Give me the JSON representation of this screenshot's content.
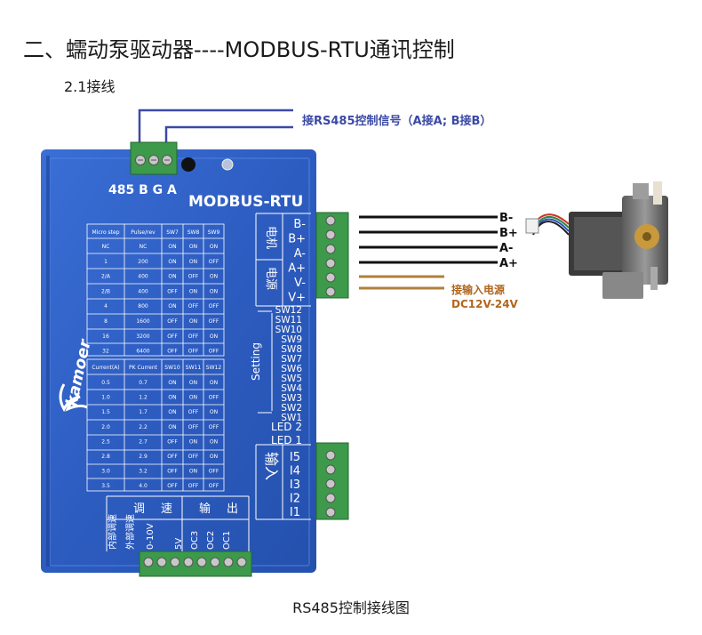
{
  "page": {
    "heading": "二、蠕动泵驱动器----MODBUS-RTU通讯控制",
    "subheading": "2.1接线",
    "caption": "RS485控制接线图"
  },
  "annotations": {
    "rs485_note": "接RS485控制信号（A接A; B接B）",
    "power_note_line1": "接输入电源",
    "power_note_line2": "DC12V-24V",
    "wire_labels": [
      "B-",
      "B+",
      "A-",
      "A+"
    ]
  },
  "driver": {
    "brand": "kamoer",
    "top_port_label": "485 B G A",
    "model_label": "MODBUS-RTU",
    "motor_group_label": "电机",
    "power_group_label": "电源",
    "right_terminals": [
      "B-",
      "B+",
      "A-",
      "A+",
      "V-",
      "V+"
    ],
    "setting_label": "Setting",
    "switches": [
      "SW12",
      "SW11",
      "SW10",
      "SW9",
      "SW8",
      "SW7",
      "SW6",
      "SW5",
      "SW4",
      "SW3",
      "SW2",
      "SW1"
    ],
    "leds": [
      "LED 2",
      "LED 1"
    ],
    "input_group_label": "输入",
    "inputs": [
      "I5",
      "I4",
      "I3",
      "I2",
      "I1"
    ],
    "bottom_group_speed": "调速",
    "bottom_group_output": "输出",
    "bottom_terminals": [
      "内部调速",
      "外部调速",
      "0-10V",
      "5V",
      "OC3",
      "OC2",
      "OC1"
    ],
    "microstep_table": {
      "headers": [
        "Micro step",
        "Pulse/rev",
        "SW7",
        "SW8",
        "SW9"
      ],
      "rows": [
        [
          "NC",
          "NC",
          "ON",
          "ON",
          "ON"
        ],
        [
          "1",
          "200",
          "ON",
          "ON",
          "OFF"
        ],
        [
          "2/A",
          "400",
          "ON",
          "OFF",
          "ON"
        ],
        [
          "2/B",
          "400",
          "OFF",
          "ON",
          "ON"
        ],
        [
          "4",
          "800",
          "ON",
          "OFF",
          "OFF"
        ],
        [
          "8",
          "1600",
          "OFF",
          "ON",
          "OFF"
        ],
        [
          "16",
          "3200",
          "OFF",
          "OFF",
          "ON"
        ],
        [
          "32",
          "6400",
          "OFF",
          "OFF",
          "OFF"
        ]
      ]
    },
    "current_table": {
      "headers": [
        "Current(A)",
        "PK Current",
        "SW10",
        "SW11",
        "SW12"
      ],
      "rows": [
        [
          "0.5",
          "0.7",
          "ON",
          "ON",
          "ON"
        ],
        [
          "1.0",
          "1.2",
          "ON",
          "ON",
          "OFF"
        ],
        [
          "1.5",
          "1.7",
          "ON",
          "OFF",
          "ON"
        ],
        [
          "2.0",
          "2.2",
          "ON",
          "OFF",
          "OFF"
        ],
        [
          "2.5",
          "2.7",
          "OFF",
          "ON",
          "ON"
        ],
        [
          "2.8",
          "2.9",
          "OFF",
          "OFF",
          "ON"
        ],
        [
          "3.0",
          "3.2",
          "OFF",
          "ON",
          "OFF"
        ],
        [
          "3.5",
          "4.0",
          "OFF",
          "OFF",
          "OFF"
        ]
      ]
    }
  },
  "colors": {
    "driver_blue": "#2f5fc2",
    "driver_dark": "#1d3f93",
    "terminal_green": "#3c9a4a",
    "wire_blue": "#3b4aa6",
    "wire_brown": "#b0803c",
    "wire_black": "#111111"
  }
}
